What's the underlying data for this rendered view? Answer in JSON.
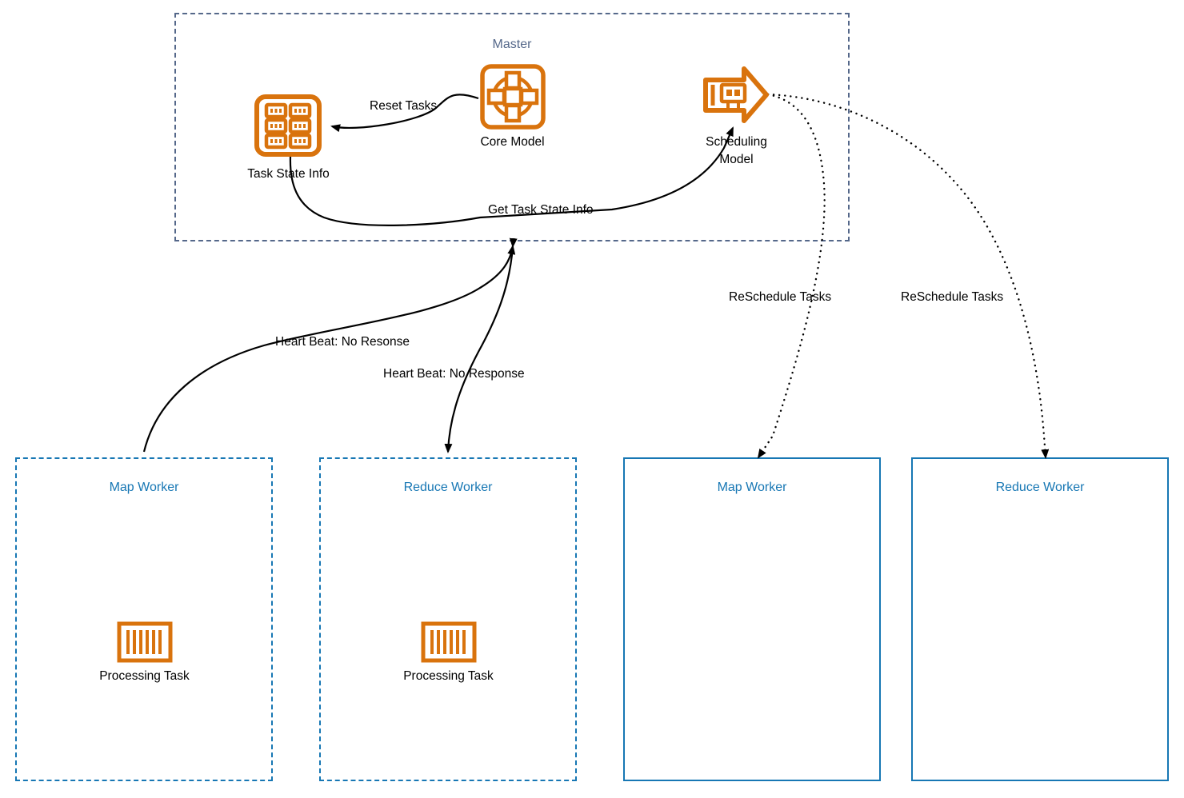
{
  "diagram": {
    "title": "MapReduce Master / Worker fault tolerance flow",
    "colors": {
      "orange": "#D9730D",
      "master_border": "#55688a",
      "master_title": "#55688a",
      "worker_blue": "#1777b4",
      "edge_black": "#000000",
      "background": "#ffffff"
    }
  },
  "master": {
    "title": "Master",
    "nodes": [
      {
        "id": "task-state-info",
        "label": "Task State Info",
        "icon": "task-state-grid-icon"
      },
      {
        "id": "core-model",
        "label": "Core Model",
        "icon": "core-model-icon"
      },
      {
        "id": "scheduling-model",
        "label_line1": "Scheduling",
        "label_line2": "Model",
        "label": "Scheduling Model",
        "icon": "scheduling-arrow-icon"
      }
    ]
  },
  "workers": [
    {
      "id": "map-worker-failed",
      "title": "Map Worker",
      "style": "dashed",
      "task_label": "Processing Task",
      "task_icon": "processing-task-icon"
    },
    {
      "id": "reduce-worker-failed",
      "title": "Reduce Worker",
      "style": "dashed",
      "task_label": "Processing Task",
      "task_icon": "processing-task-icon"
    },
    {
      "id": "map-worker-new",
      "title": "Map Worker",
      "style": "solid",
      "task_label": "",
      "task_icon": ""
    },
    {
      "id": "reduce-worker-new",
      "title": "Reduce Worker",
      "style": "solid",
      "task_label": "",
      "task_icon": ""
    }
  ],
  "edges": [
    {
      "id": "reset-tasks",
      "label": "Reset Tasks",
      "from": "core-model",
      "to": "task-state-info",
      "style": "solid"
    },
    {
      "id": "get-task-state-info",
      "label": "Get Task State Info",
      "from": "task-state-info",
      "to": "scheduling-model",
      "style": "solid"
    },
    {
      "id": "heartbeat-map",
      "label": "Heart Beat: No Resonse",
      "from": "map-worker-failed",
      "to": "master",
      "style": "solid"
    },
    {
      "id": "heartbeat-reduce",
      "label": "Heart Beat: No Response",
      "from": "master",
      "to": "reduce-worker-failed",
      "style": "solid"
    },
    {
      "id": "reschedule-map",
      "label": "ReSchedule Tasks",
      "from": "scheduling-model",
      "to": "map-worker-new",
      "style": "dotted"
    },
    {
      "id": "reschedule-reduce",
      "label": "ReSchedule Tasks",
      "from": "scheduling-model",
      "to": "reduce-worker-new",
      "style": "dotted"
    }
  ]
}
